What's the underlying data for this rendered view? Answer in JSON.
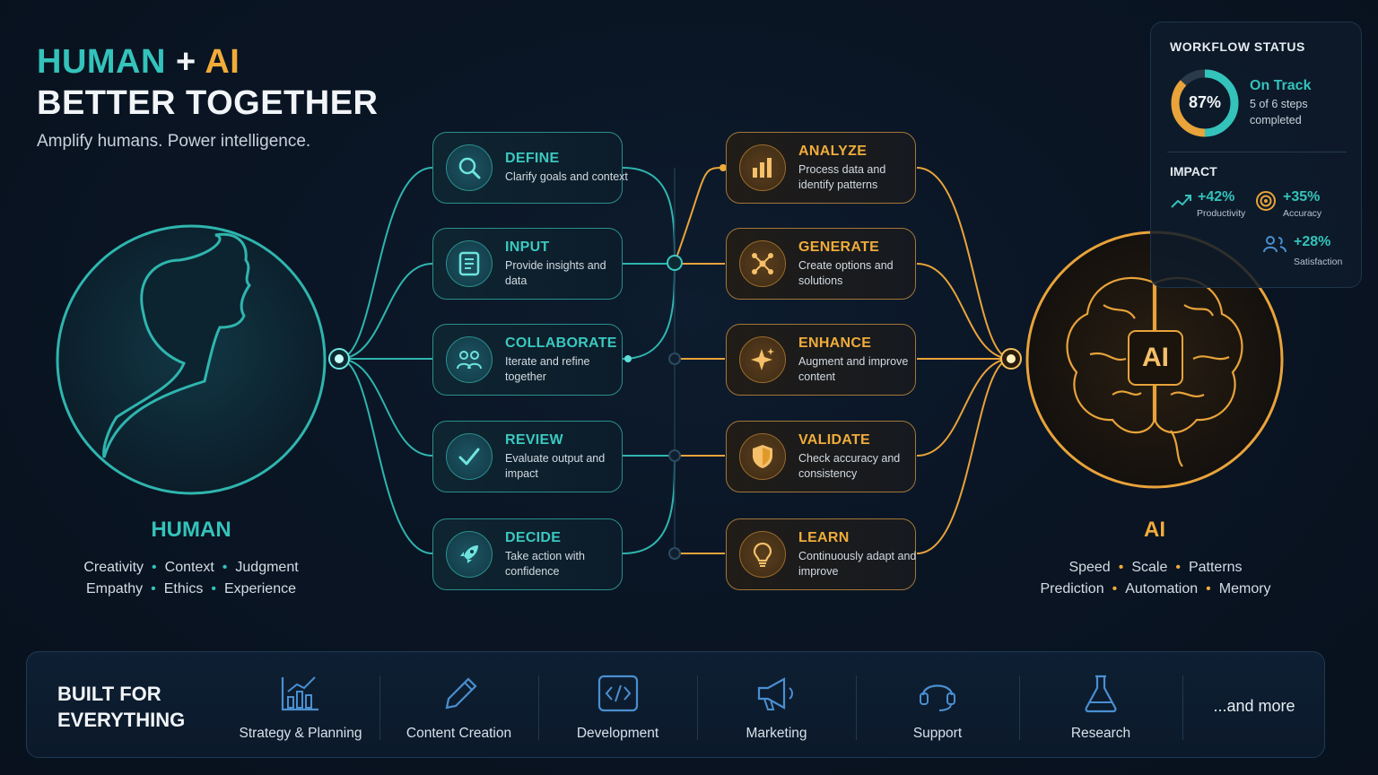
{
  "hero": {
    "line1_a": "HUMAN",
    "line1_plus": " + ",
    "line1_b": "AI",
    "line2": "BETTER TOGETHER",
    "tagline": "Amplify humans. Power intelligence."
  },
  "human": {
    "label": "HUMAN",
    "traits_row1": [
      "Creativity",
      "Context",
      "Judgment"
    ],
    "traits_row2": [
      "Empathy",
      "Ethics",
      "Experience"
    ]
  },
  "ai": {
    "label": "AI",
    "badge": "AI",
    "traits_row1": [
      "Speed",
      "Scale",
      "Patterns"
    ],
    "traits_row2": [
      "Prediction",
      "Automation",
      "Memory"
    ]
  },
  "human_steps": [
    {
      "title": "DEFINE",
      "desc": "Clarify goals and context",
      "icon": "search-icon"
    },
    {
      "title": "INPUT",
      "desc": "Provide insights and data",
      "icon": "document-icon"
    },
    {
      "title": "COLLABORATE",
      "desc": "Iterate and refine together",
      "icon": "team-icon"
    },
    {
      "title": "REVIEW",
      "desc": "Evaluate output and impact",
      "icon": "checkmark-icon"
    },
    {
      "title": "DECIDE",
      "desc": "Take action with confidence",
      "icon": "rocket-icon"
    }
  ],
  "ai_steps": [
    {
      "title": "ANALYZE",
      "desc": "Process data and identify patterns",
      "icon": "bar-chart-icon"
    },
    {
      "title": "GENERATE",
      "desc": "Create options and solutions",
      "icon": "network-icon"
    },
    {
      "title": "ENHANCE",
      "desc": "Augment and improve content",
      "icon": "sparkle-icon"
    },
    {
      "title": "VALIDATE",
      "desc": "Check accuracy and consistency",
      "icon": "shield-icon"
    },
    {
      "title": "LEARN",
      "desc": "Continuously adapt and improve",
      "icon": "lightbulb-icon"
    }
  ],
  "status": {
    "title": "WORKFLOW STATUS",
    "percent_label": "87%",
    "percent": 87,
    "state": "On Track",
    "steps_line1": "5 of 6 steps",
    "steps_line2": "completed",
    "impact_title": "IMPACT",
    "metrics": [
      {
        "value": "+42%",
        "label": "Productivity",
        "icon": "trend-up-icon"
      },
      {
        "value": "+35%",
        "label": "Accuracy",
        "icon": "target-icon"
      },
      {
        "value": "+28%",
        "label": "Satisfaction",
        "icon": "users-icon"
      }
    ]
  },
  "built_for": {
    "title_line1": "BUILT FOR",
    "title_line2": "EVERYTHING",
    "items": [
      {
        "label": "Strategy & Planning",
        "icon": "chart-icon"
      },
      {
        "label": "Content Creation",
        "icon": "pencil-icon"
      },
      {
        "label": "Development",
        "icon": "code-icon"
      },
      {
        "label": "Marketing",
        "icon": "megaphone-icon"
      },
      {
        "label": "Support",
        "icon": "headset-icon"
      },
      {
        "label": "Research",
        "icon": "flask-icon"
      }
    ],
    "more": "...and more"
  },
  "colors": {
    "teal": "#33c3bb",
    "gold": "#f0ac3a",
    "background": "#0a1524"
  }
}
